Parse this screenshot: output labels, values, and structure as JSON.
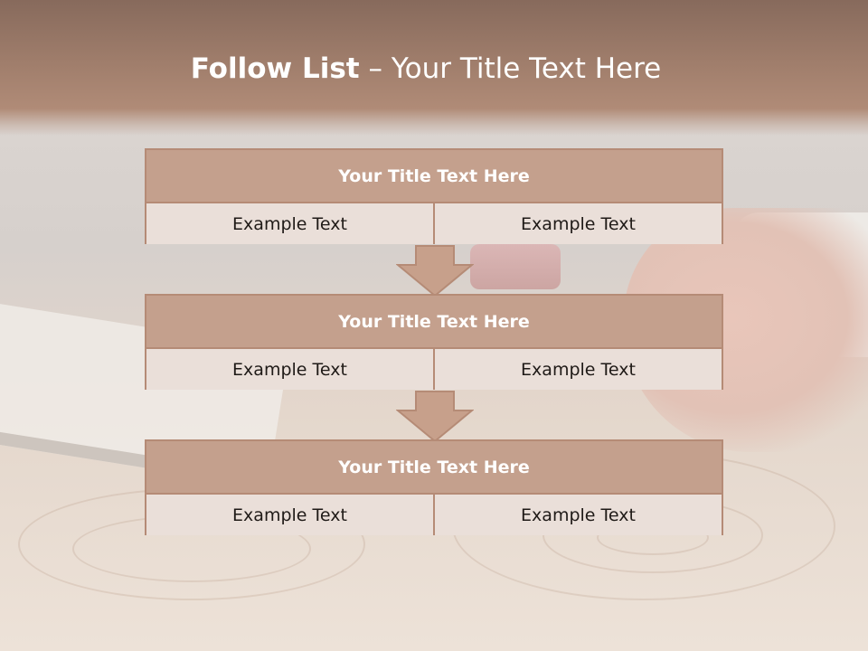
{
  "slide": {
    "title_bold": "Follow List",
    "title_rest": "– Your Title Text Here"
  },
  "steps": [
    {
      "title": "Your Title Text Here",
      "left": "Example Text",
      "right": "Example Text"
    },
    {
      "title": "Your Title Text Here",
      "left": "Example Text",
      "right": "Example Text"
    },
    {
      "title": "Your Title Text Here",
      "left": "Example Text",
      "right": "Example Text"
    }
  ],
  "colors": {
    "header": "#9f7d6b",
    "box_header": "#c4a08d",
    "box_cell": "#eadfd9",
    "border": "#b58b76"
  },
  "icons": [
    "down-arrow-icon",
    "down-arrow-icon"
  ]
}
